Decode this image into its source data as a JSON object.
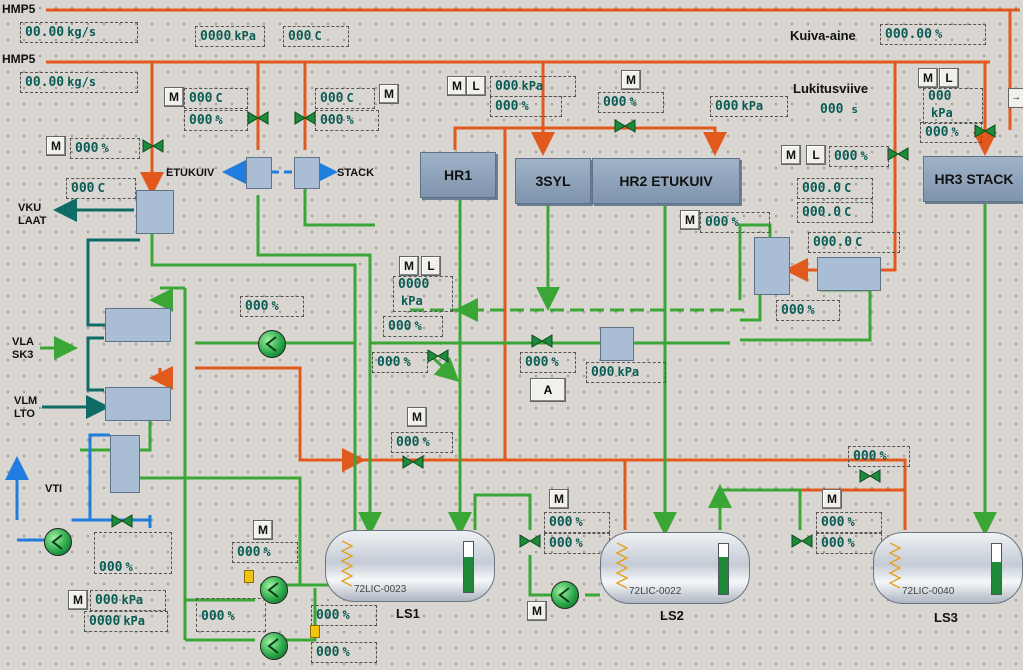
{
  "header": {
    "line1": "HMP5",
    "line2": "HMP5",
    "flow1": "00.00",
    "flow1_unit": "kg/s",
    "flow2": "00.00",
    "flow2_unit": "kg/s",
    "pressure": "0000",
    "pressure_unit": "kPa",
    "temp": "000",
    "temp_unit": "C",
    "kuiva_label": "Kuiva-aine",
    "kuiva_value": "000.00",
    "kuiva_unit": "%"
  },
  "lukitus": {
    "label": "Lukitusviive",
    "value": "000",
    "unit": "s"
  },
  "buttons": {
    "m": "M",
    "l": "L",
    "a": "A",
    "edge": "→"
  },
  "boxes": {
    "hr1": "HR1",
    "syl": "3SYL",
    "hr2": "HR2 ETUKUIV",
    "hr3": "HR3 STACK"
  },
  "labels": {
    "etukuiv": "ETUKUIV",
    "stack": "STACK",
    "vku": "VKU\nLAAT",
    "vla": "VLA\nSK3",
    "vlm": "VLM\nLTO",
    "vti": "VTI"
  },
  "fields": {
    "t_left": "000",
    "t_left_u": "C",
    "v1_pct": "000",
    "v1_u": "%",
    "etu_t": "000",
    "etu_t_u": "C",
    "etu_pct": "000",
    "etu_pct_u": "%",
    "stk_t": "000",
    "stk_t_u": "C",
    "stk_pct": "000",
    "stk_pct_u": "%",
    "hr_p": "000",
    "hr_p_u": "kPa",
    "hr_pct": "000",
    "hr_pct_u": "%",
    "mid_pct": "000",
    "mid_pct_u": "%",
    "r_p": "000",
    "r_p_u": "kPa",
    "r_mpct": "000",
    "r_mpct_u": "%",
    "hr3_t": "000",
    "hr3_p_u": "kPa",
    "hr3_pct": "000",
    "hr3_pct_u": "%",
    "mlv_pct": "000",
    "mlv_pct_u": "%",
    "t1": "000.0",
    "t1_u": "C",
    "t2": "000.0",
    "t2_u": "C",
    "t3": "000.0",
    "t3_u": "C",
    "hx_pct": "000",
    "hx_pct_u": "%",
    "center_p": "0000",
    "center_p_u": "kPa",
    "center_pct": "000",
    "center_pct_u": "%",
    "v2_pct": "000",
    "v2_pct_u": "%",
    "pump_pct": "000",
    "pump_pct_u": "%",
    "cv_pct": "000",
    "cv_pct_u": "%",
    "cp_p": "000",
    "cp_p_u": "kPa",
    "v3_pct": "000",
    "v3_pct_u": "%",
    "ls3_top": "000",
    "ls3_top_u": "%",
    "ls2a": "000",
    "ls2a_u": "%",
    "ls2b": "000",
    "ls2b_u": "%",
    "ls3a": "000",
    "ls3a_u": "%",
    "ls3b": "000",
    "ls3b_u": "%",
    "vti_pct": "000",
    "vti_pct_u": "%",
    "bl_p": "000",
    "bl_p_u": "kPa",
    "bl_p2": "0000",
    "bl_p2_u": "kPa",
    "p1_pct": "000",
    "p1_pct_u": "%",
    "b1": "000",
    "b1_u": "%",
    "b2": "000",
    "b2_u": "%",
    "b3": "000",
    "b3_u": "%",
    "b4": "000",
    "b4_u": "%"
  },
  "tanks": {
    "ls1": "LS1",
    "ls2": "LS2",
    "ls3": "LS3",
    "ls1_tag": "72LIC-0023",
    "ls2_tag": "72LIC-0022",
    "ls3_tag": "72LIC-0040",
    "ls1_level": 0.7,
    "ls2_level": 0.75,
    "ls3_level": 0.65
  },
  "colors": {
    "steam": "#e2591e",
    "water": "#3aa635",
    "cold": "#1f7de0",
    "teal": "#0e6b66",
    "valve": "#1e8a3b"
  }
}
